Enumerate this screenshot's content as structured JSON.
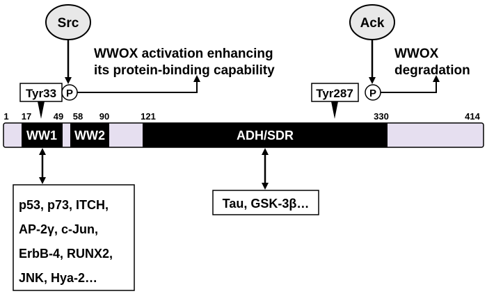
{
  "kinases": {
    "src": "Src",
    "ack": "Ack"
  },
  "phospho_label": "P",
  "sites": {
    "tyr33": "Tyr33",
    "tyr287": "Tyr287"
  },
  "outcomes": {
    "activation_line1": "WWOX activation enhancing",
    "activation_line2": "its protein-binding capability",
    "degradation_line1": "WWOX",
    "degradation_line2": "degradation"
  },
  "positions": {
    "p1": "1",
    "p17": "17",
    "p49": "49",
    "p58": "58",
    "p90": "90",
    "p121": "121",
    "p330": "330",
    "p414": "414"
  },
  "domains": {
    "ww1": "WW1",
    "ww2": "WW2",
    "adh_sdr": "ADH/SDR"
  },
  "colors": {
    "protein_bar": "#e6dff0",
    "domain_fill": "#000000",
    "kinase_fill": "#e8e8e8"
  },
  "ww1_partners": {
    "line1": "p53, p73, ITCH,",
    "line2": "AP-2γ, c-Jun,",
    "line3": "ErbB-4, RUNX2,",
    "line4": "JNK, Hya-2…"
  },
  "adh_partners": {
    "line1": "Tau, GSK-3β…"
  }
}
